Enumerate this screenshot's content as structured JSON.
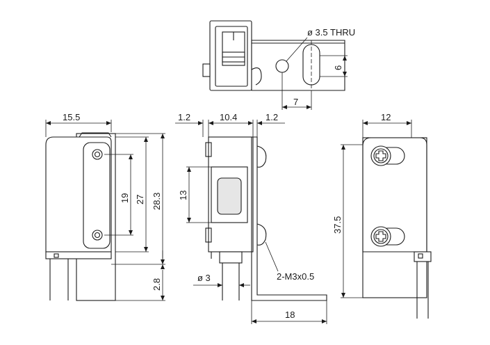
{
  "top_view": {
    "hole_note": "ø 3.5 THRU",
    "slot_width": "6",
    "hole_offset": "7"
  },
  "front_view": {
    "width": "15.5",
    "hole_pitch": "19",
    "hole_span": "27",
    "height": "28.3",
    "bottom_offset": "2.8"
  },
  "side_view": {
    "left_wall": "1.2",
    "body_width": "10.4",
    "right_wall": "1.2",
    "window_height": "13",
    "cable_dia": "ø 3",
    "screw_note": "2-M3x0.5",
    "bracket_length": "18"
  },
  "rear_view": {
    "width": "12",
    "height": "37.5"
  }
}
